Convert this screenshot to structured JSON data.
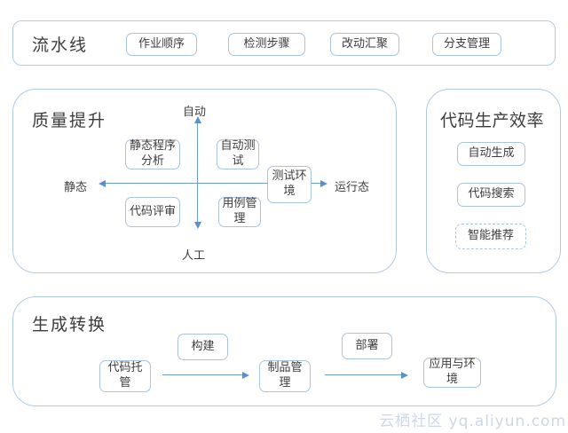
{
  "colors": {
    "background": "#ffffff",
    "container_border": "#b0cbe6",
    "box_border": "#a7c4e2",
    "arrow": "#5b90cf",
    "text": "#3d3d3d",
    "watermark": "#ccd8e8"
  },
  "pipeline": {
    "title": "流水线",
    "items": [
      {
        "label": "作业顺序"
      },
      {
        "label": "检测步骤"
      },
      {
        "label": "改动汇聚"
      },
      {
        "label": "分支管理"
      }
    ]
  },
  "quality": {
    "title": "质量提升",
    "axes": {
      "top": "自动",
      "bottom": "人工",
      "left": "静态",
      "right": "运行态"
    },
    "boxes": {
      "static_analysis": {
        "label": "静态程序分析"
      },
      "auto_test": {
        "label": "自动测试"
      },
      "test_env": {
        "label": "测试环境"
      },
      "code_review": {
        "label": "代码评审"
      },
      "case_mgmt": {
        "label": "用例管理"
      }
    }
  },
  "efficiency": {
    "title": "代码生产效率",
    "items": [
      {
        "label": "自动生成",
        "border": "solid"
      },
      {
        "label": "代码搜索",
        "border": "solid"
      },
      {
        "label": "智能推荐",
        "border": "dashed"
      }
    ]
  },
  "transform": {
    "title": "生成转换",
    "nodes": {
      "code_hosting": {
        "label": "代码托管"
      },
      "build": {
        "label": "构建"
      },
      "artifact_mgmt": {
        "label": "制品管理"
      },
      "deploy": {
        "label": "部署"
      },
      "app_env": {
        "label": "应用与环境"
      }
    }
  },
  "watermark": {
    "text": "云栖社区 yq.aliyun.com"
  }
}
